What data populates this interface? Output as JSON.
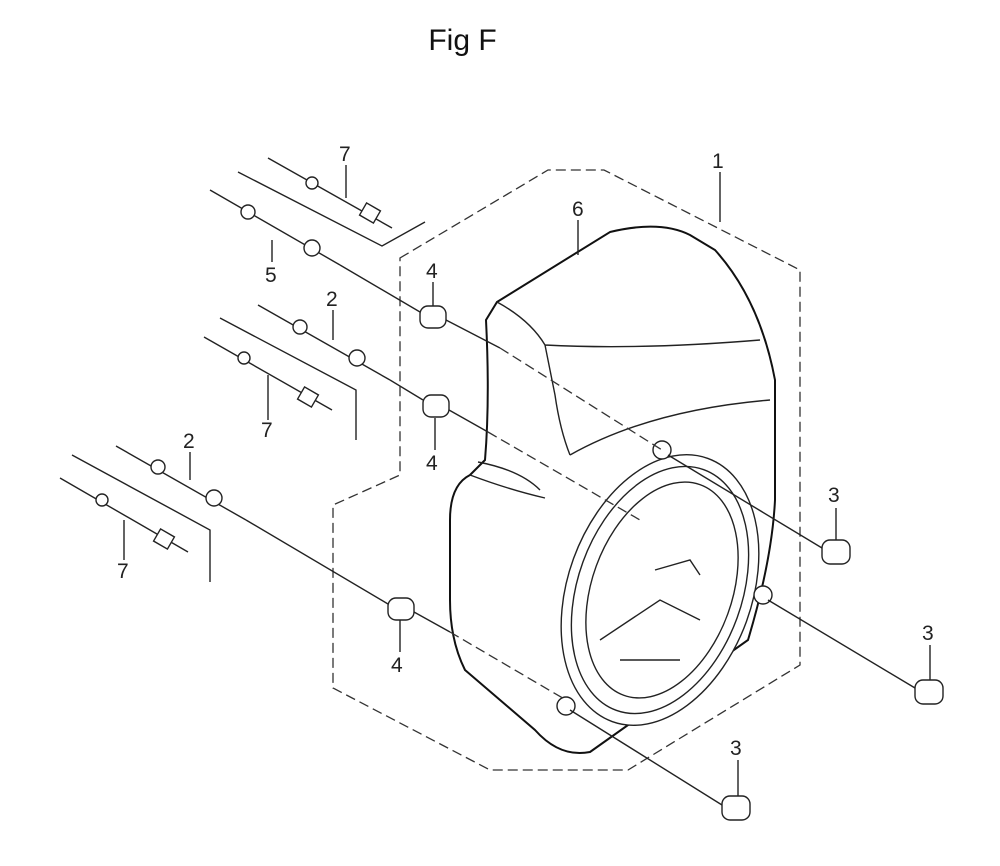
{
  "figure": {
    "title": "Fig F"
  },
  "labels": {
    "shroud": "1",
    "bolt_a": "2",
    "bolt_b": "2",
    "nut_right_1": "3",
    "nut_right_2": "3",
    "nut_bottom": "3",
    "collar_top": "4",
    "collar_mid": "4",
    "collar_low": "4",
    "stud_bolt": "5",
    "cover": "6",
    "pin_top": "7",
    "pin_mid": "7",
    "pin_low": "7"
  },
  "colors": {
    "line": "#222222",
    "background": "#ffffff"
  }
}
